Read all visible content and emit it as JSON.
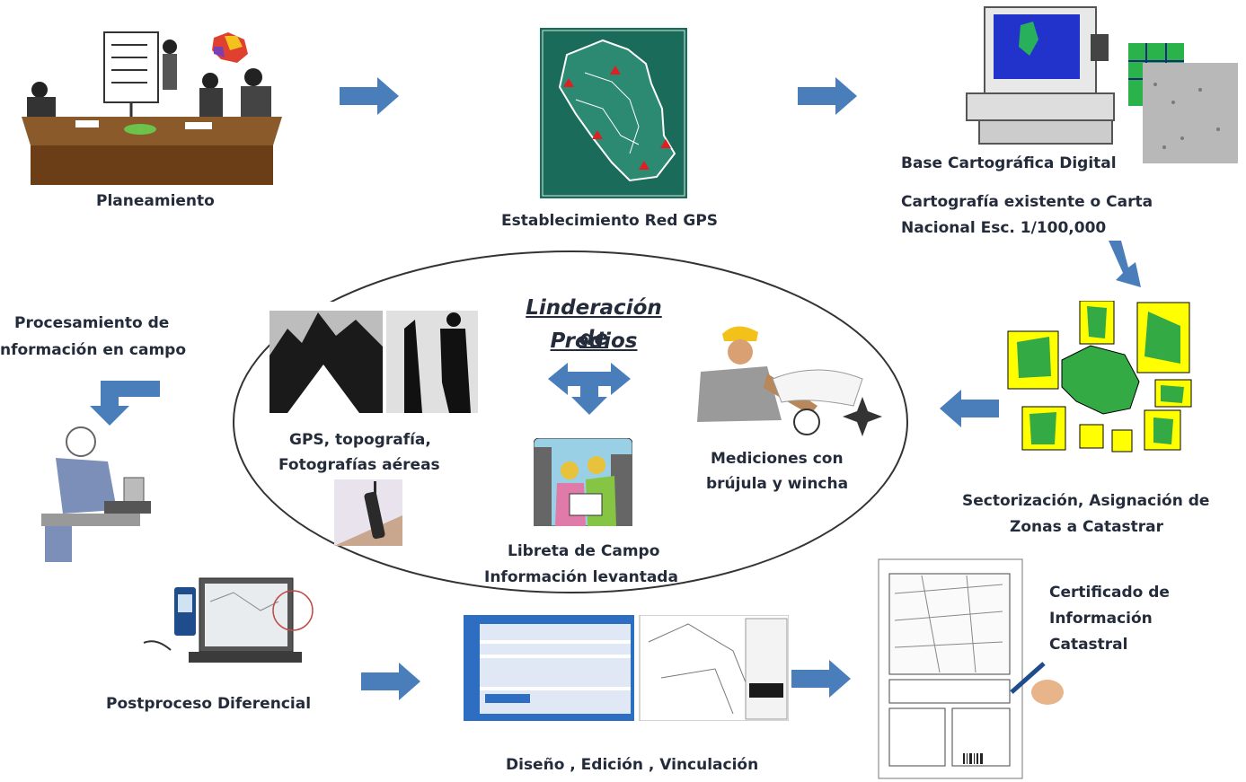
{
  "steps": {
    "planeamiento": "Planeamiento",
    "red_gps": "Establecimiento Red GPS",
    "base_cartografica": "Base Cartográfica Digital",
    "cartografia_line1": "Cartografía existente o  Carta",
    "cartografia_line2": "Nacional Esc. 1/100,000",
    "sectorizacion_line1": "Sectorización, Asignación de",
    "sectorizacion_line2": "Zonas  a Catastrar",
    "procesamiento_line1": "Procesamiento de",
    "procesamiento_line2": "nformación en  campo",
    "postproceso": "Postproceso Diferencial",
    "diseno": "Diseño , Edición , Vinculación",
    "certificado_line1": "Certificado de",
    "certificado_line2": "Información",
    "certificado_line3": "Catastral"
  },
  "center": {
    "title_line1": "Linderación de",
    "title_line2": "Predios",
    "gps_line1": "GPS, topografía,",
    "gps_line2": "Fotografías aéreas",
    "mediciones_line1": "Mediciones con",
    "mediciones_line2": "brújula y wincha",
    "libreta_line1": "Libreta de Campo",
    "libreta_line2": "Información levantada"
  },
  "colors": {
    "arrow": "#4a7ebb",
    "map_bg": "#1b6b5a",
    "map_yellow": "#ffff00",
    "map_green": "#33aa44"
  }
}
